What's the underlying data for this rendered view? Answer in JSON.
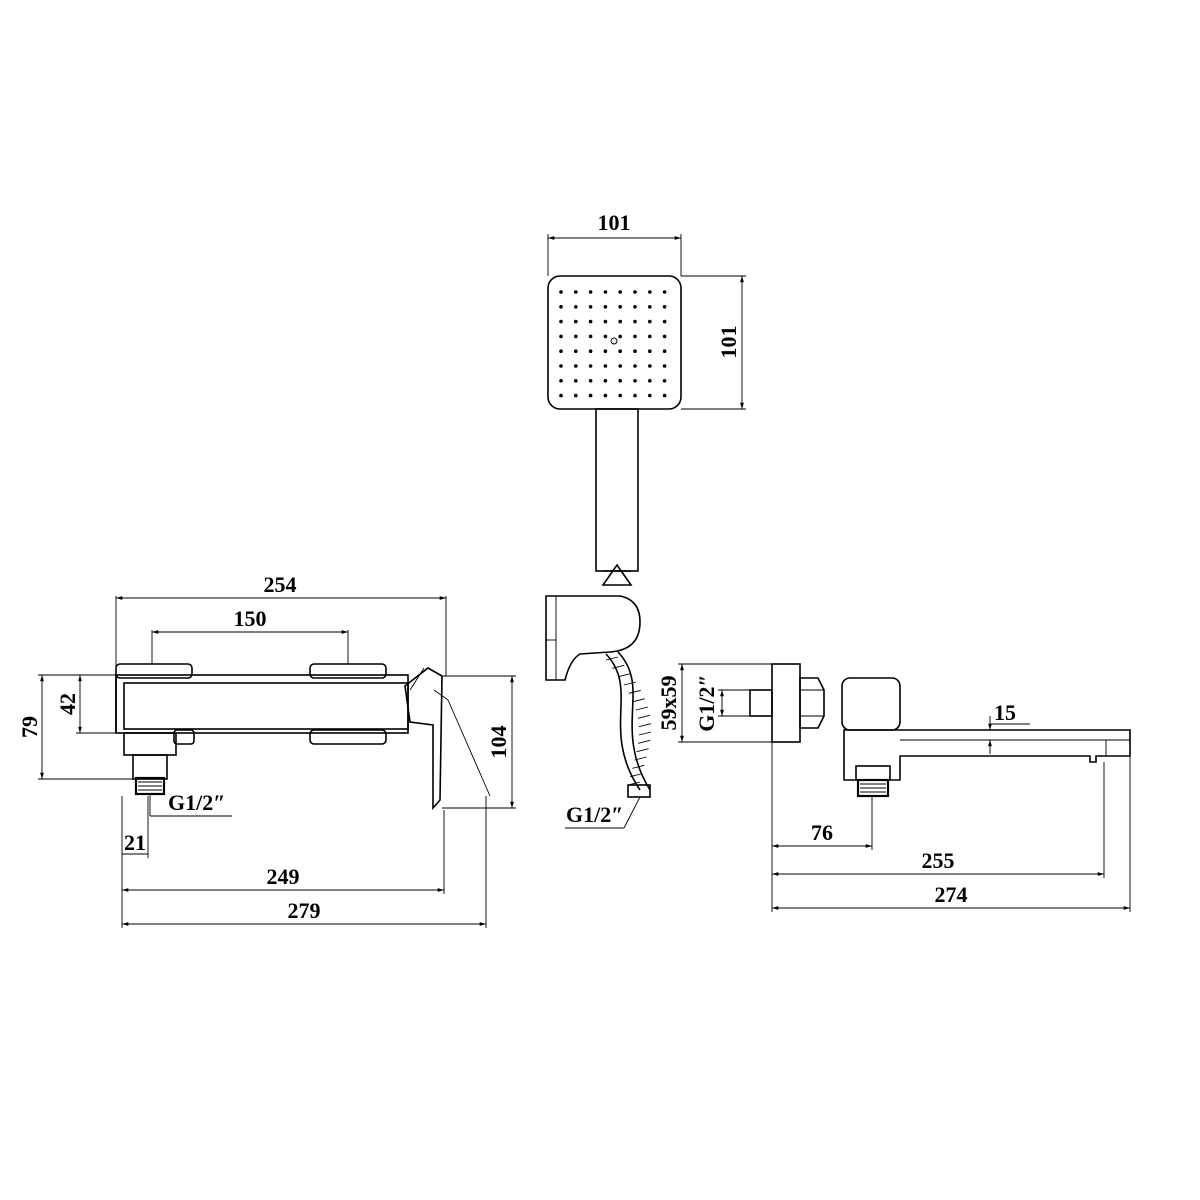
{
  "shower_head": {
    "width_label": "101",
    "height_label": "101"
  },
  "mixer_body": {
    "overall_width_label": "254",
    "center_distance_label": "150",
    "height_body_label": "42",
    "height_total_label": "79",
    "depth_label": "104",
    "thread_label": "G1/2″",
    "thread_offset_label": "21",
    "length_label": "249",
    "overall_length_label": "279"
  },
  "hose": {
    "thread_label": "G1/2″"
  },
  "spout_side": {
    "flange_label": "59x59",
    "thread_label": "G1/2″",
    "spout_height_label": "15",
    "outlet_offset_label": "76",
    "spout_reach_label": "255",
    "overall_reach_label": "274"
  }
}
